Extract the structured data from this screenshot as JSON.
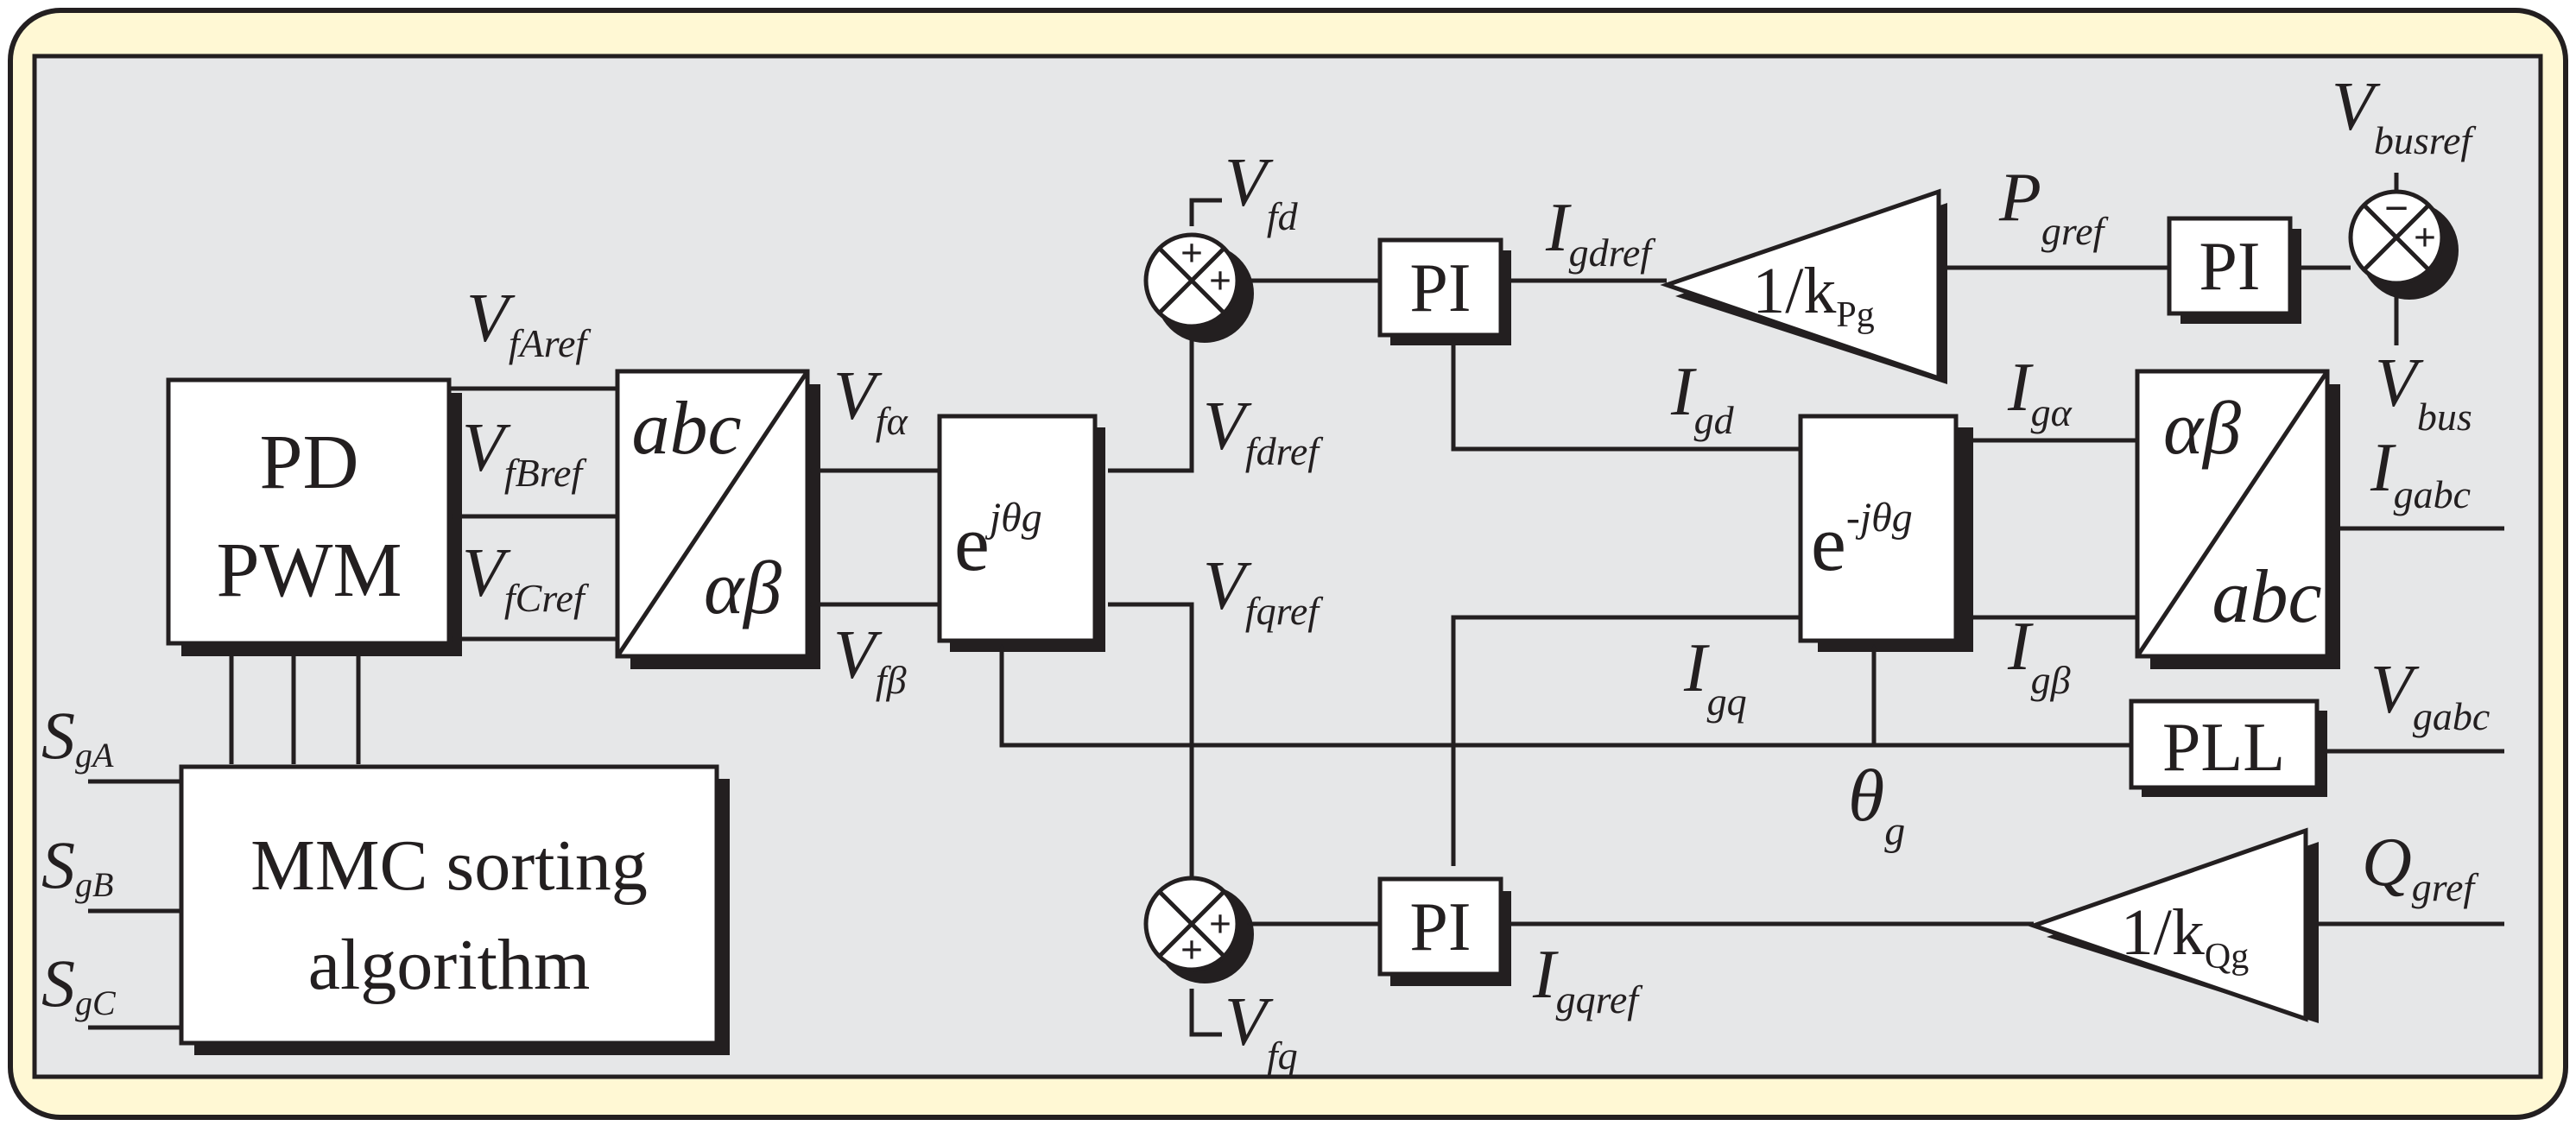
{
  "colors": {
    "outer_fill": "#FFF8D4",
    "panel_fill": "#E6E7E8",
    "ink": "#231F20",
    "block_fill": "#FFFFFF"
  },
  "blocks": {
    "pdpwm": [
      "PD",
      "PWM"
    ],
    "mmc": [
      "MMC sorting",
      "algorithm"
    ],
    "abc_to_ab": {
      "top": "abc",
      "bottom": "αβ"
    },
    "ab_to_abc": {
      "top": "αβ",
      "bottom": "abc"
    },
    "rot_fwd": {
      "base": "e",
      "exp": "jθg"
    },
    "rot_inv": {
      "base": "e",
      "exp": "-jθg"
    },
    "pi_label": "PI",
    "pll_label": "PLL",
    "gain_p": {
      "main": "1/k",
      "sub": "Pg"
    },
    "gain_q": {
      "main": "1/k",
      "sub": "Qg"
    },
    "sum_plus": "+",
    "sum_minus": "−"
  },
  "signals": {
    "V_fAref": {
      "main": "V",
      "sub": "fAref"
    },
    "V_fBref": {
      "main": "V",
      "sub": "fBref"
    },
    "V_fCref": {
      "main": "V",
      "sub": "fCref"
    },
    "V_falpha": {
      "main": "V",
      "sub": "fα"
    },
    "V_fbeta": {
      "main": "V",
      "sub": "fβ"
    },
    "V_fdref": {
      "main": "V",
      "sub": "fdref"
    },
    "V_fqref": {
      "main": "V",
      "sub": "fqref"
    },
    "V_fd": {
      "main": "V",
      "sub": "fd"
    },
    "V_fq": {
      "main": "V",
      "sub": "fq"
    },
    "I_gdref": {
      "main": "I",
      "sub": "gdref"
    },
    "I_gqref": {
      "main": "I",
      "sub": "gqref"
    },
    "P_gref": {
      "main": "P",
      "sub": "gref"
    },
    "Q_gref": {
      "main": "Q",
      "sub": "gref"
    },
    "V_busref": {
      "main": "V",
      "sub": "busref"
    },
    "V_bus": {
      "main": "V",
      "sub": "bus"
    },
    "I_gd": {
      "main": "I",
      "sub": "gd"
    },
    "I_gq": {
      "main": "I",
      "sub": "gq"
    },
    "I_galpha": {
      "main": "I",
      "sub": "gα"
    },
    "I_gbeta": {
      "main": "I",
      "sub": "gβ"
    },
    "I_gabc": {
      "main": "I",
      "sub": "gabc"
    },
    "V_gabc": {
      "main": "V",
      "sub": "gabc"
    },
    "theta_g": {
      "main": "θ",
      "sub": "g"
    },
    "S_gA": {
      "main": "S",
      "sub": "gA"
    },
    "S_gB": {
      "main": "S",
      "sub": "gB"
    },
    "S_gC": {
      "main": "S",
      "sub": "gC"
    }
  }
}
